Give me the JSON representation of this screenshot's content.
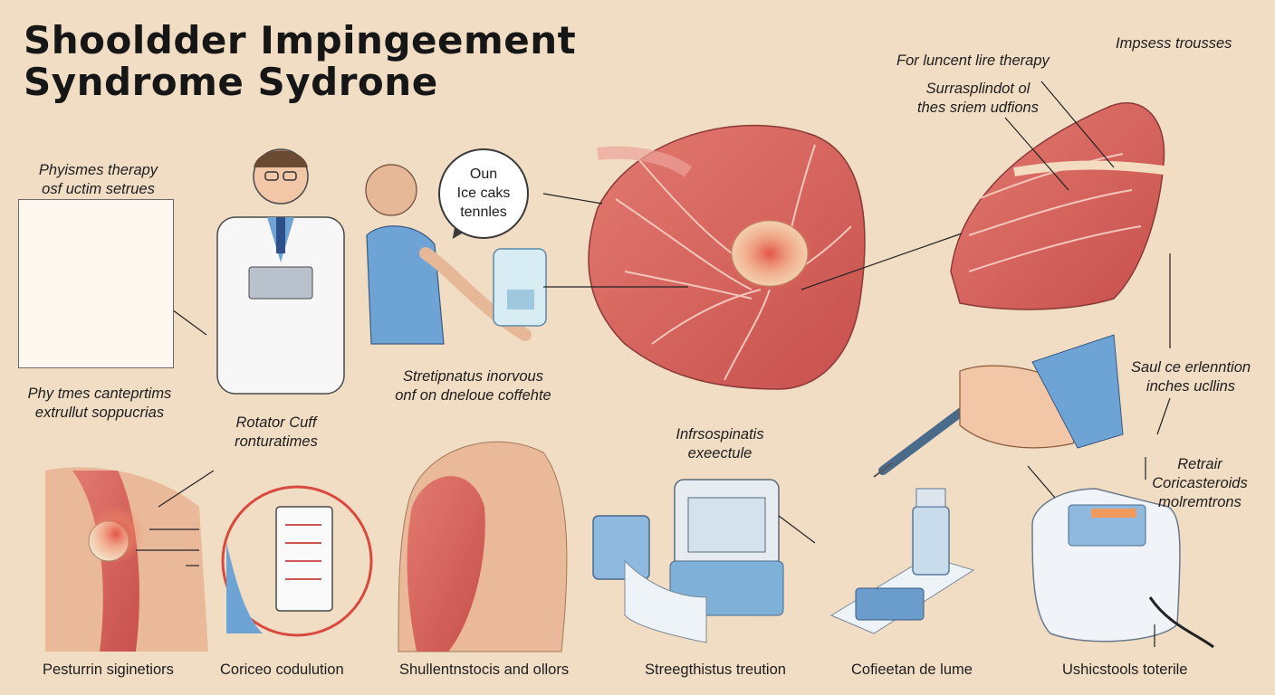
{
  "title": {
    "line1": "Shooldder Impingeement",
    "line2": "Syndrome Sydrone"
  },
  "labels": {
    "physio_top": {
      "line1": "Phyismes therapy",
      "line2": "osf uctim setrues"
    },
    "physio_bottom": {
      "line1": "Phy tmes canteprtims",
      "line2": "extrullut soppucrias"
    },
    "rotator": {
      "line1": "Rotator Cuff",
      "line2": "ronturatimes"
    },
    "strep": {
      "line1": "Stretipnatus inorvous",
      "line2": "onf on dneloue coffehte"
    },
    "infra": {
      "line1": "Infrsospinatis",
      "line2": "exeectule"
    },
    "laser": "For luncent lire therapy",
    "supra": {
      "line1": "Surrasplindot ol",
      "line2": "thes sriem udfions"
    },
    "impsess": "Impsess trousses",
    "saul": {
      "line1": "Saul ce erlenntion",
      "line2": "inches ucllins"
    },
    "retrair": {
      "line1": "Retrair",
      "line2": "Coricasteroids",
      "line3": "molremtrons"
    }
  },
  "bubble": {
    "line1": "Oun",
    "line2": "Ice caks",
    "line3": "tennles"
  },
  "captions": [
    "Pesturrin siginetiors",
    "Coriceo codulution",
    "Shullentnstocis and ollors",
    "Streegthistus treution",
    "Cofieetan de lume",
    "Ushicstools toterile"
  ],
  "colors": {
    "background": "#f1dcc4",
    "muscle": "#d9625c",
    "muscle_light": "#eca39a",
    "scrubs": "#6ea3d6",
    "inflammation": "#e0443a",
    "skin": "#e9b99a"
  }
}
